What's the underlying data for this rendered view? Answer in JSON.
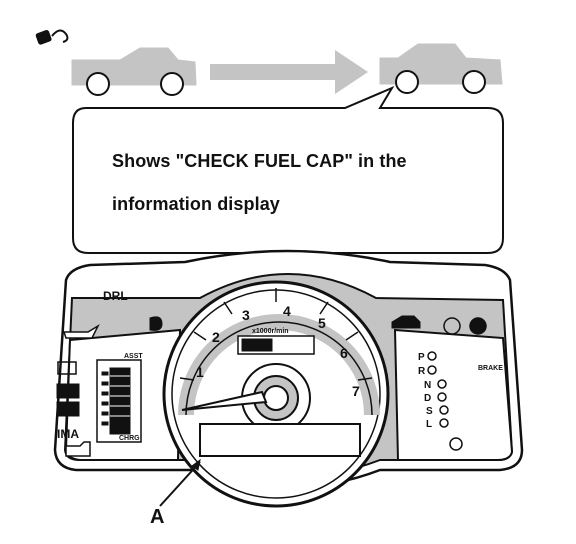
{
  "callout": {
    "line1": "Shows \"CHECK FUEL CAP\" in the",
    "line2": "information display"
  },
  "callout_label": "A",
  "cluster": {
    "left_label": "DRL",
    "rpm_unit": "x1000r/min",
    "speed_numbers": [
      "1",
      "2",
      "3",
      "4",
      "5",
      "6",
      "7"
    ],
    "gear_letters": [
      "P",
      "R",
      "N",
      "D",
      "S",
      "L"
    ],
    "brake_label": "BRAKE",
    "asst_label": "ASST",
    "chrg_label": "CHRG",
    "ima_label": "IMA"
  },
  "colors": {
    "fill": "#c4c4c4",
    "ink": "#111111",
    "bg": "#ffffff"
  }
}
